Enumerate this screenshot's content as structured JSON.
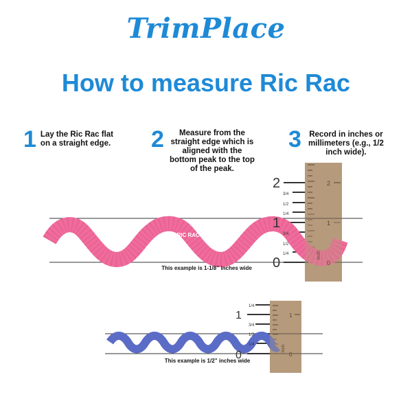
{
  "brand": {
    "logo_text": "TrimPlace"
  },
  "heading": "How to measure Ric Rac",
  "steps": [
    {
      "number": "1",
      "text": "Lay the Ric Rac flat on a straight edge."
    },
    {
      "number": "2",
      "text": "Measure from the straight edge which is aligned with the bottom peak to the top of the peak."
    },
    {
      "number": "3",
      "text": "Record in inches or millimeters (e.g., 1/2 inch wide)."
    }
  ],
  "example_large": {
    "trim_label": "RIC RAC TRIM",
    "caption": "This example is 1-1/8” inches wide",
    "trim_color": "#f06c9b",
    "ruler": {
      "left_numbers": [
        "2",
        "1",
        "0"
      ],
      "left_fractions": [
        "3/4",
        "1/2",
        "1/4",
        "3/4",
        "1/2",
        "1/4"
      ],
      "right_numbers": [
        "2",
        "1",
        "0"
      ],
      "unit": "inch"
    }
  },
  "example_small": {
    "caption": "This example is 1/2” inches wide",
    "trim_color": "#5b6cc7",
    "ruler": {
      "left_numbers": [
        "1",
        "0"
      ],
      "left_fractions": [
        "1/4",
        "3/4",
        "1/2",
        "1/4"
      ],
      "right_numbers": [
        "1",
        "0"
      ],
      "unit": "inch"
    }
  },
  "colors": {
    "accent": "#1e8ad6",
    "ruler": "#b59a7c"
  }
}
